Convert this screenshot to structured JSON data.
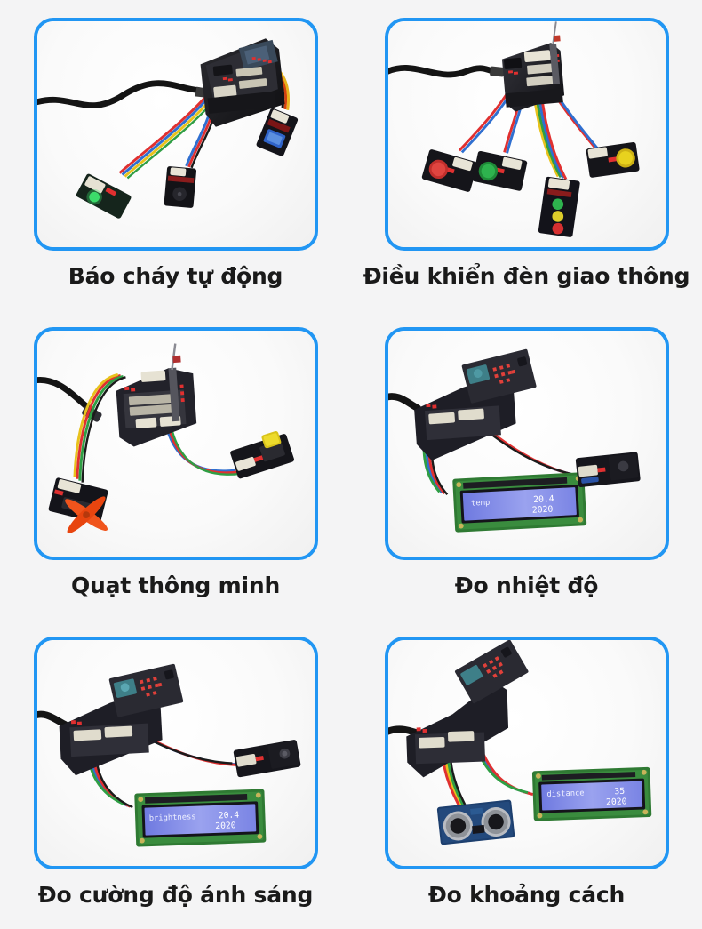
{
  "page": {
    "background_color": "#f4f4f5",
    "card_border_color": "#2196f3",
    "caption_color": "#1a1a1a",
    "columns": 2,
    "rows": 3
  },
  "cards": [
    {
      "id": "fire-alarm",
      "caption": "Báo cháy tự động",
      "scene": "fire-alarm-kit",
      "modules": [
        "micro:bit expansion board",
        "green LED module",
        "buzzer module",
        "flame sensor module"
      ],
      "wire_colors": [
        "#111111",
        "#e03030",
        "#2f6fd0",
        "#f0c419",
        "#2f9e44"
      ]
    },
    {
      "id": "traffic-light",
      "caption": "Điều khiển đèn giao thông",
      "scene": "traffic-light-kit",
      "modules": [
        "micro:bit expansion board",
        "red button module",
        "green button module",
        "yellow button module",
        "traffic light LED module"
      ],
      "led_colors": [
        "#d32f2f",
        "#2e9e3e",
        "#e8c21e"
      ],
      "wire_colors": [
        "#111111",
        "#e03030",
        "#2f6fd0",
        "#f0c419",
        "#2f9e44"
      ]
    },
    {
      "id": "smart-fan",
      "caption": "Quạt thông minh",
      "scene": "smart-fan-kit",
      "modules": [
        "micro:bit expansion board",
        "DC motor fan module",
        "yellow button module"
      ],
      "fan_color": "#f04a16",
      "button_color": "#e8d21e"
    },
    {
      "id": "temperature",
      "caption": "Đo nhiệt độ",
      "scene": "temperature-kit",
      "modules": [
        "micro:bit expansion board",
        "I2C LCD1602 display",
        "temperature sensor module"
      ],
      "lcd": {
        "line1_label": "temp",
        "line1_value": "20.4",
        "line2": "2020",
        "backlight_color": "#7b86e8"
      }
    },
    {
      "id": "brightness",
      "caption": "Đo cường độ ánh sáng",
      "scene": "brightness-kit",
      "modules": [
        "micro:bit expansion board",
        "I2C LCD1602 display",
        "light sensor module"
      ],
      "lcd": {
        "line1_label": "brightness",
        "line1_value": "20.4",
        "line2": "2020",
        "backlight_color": "#7b86e8"
      }
    },
    {
      "id": "distance",
      "caption": "Đo khoảng cách",
      "scene": "distance-kit",
      "modules": [
        "micro:bit expansion board",
        "I2C LCD1602 display",
        "HC-SR04 ultrasonic sensor"
      ],
      "lcd": {
        "line1_label": "distance",
        "line1_value": "35",
        "line2": "2020",
        "backlight_color": "#7b86e8"
      }
    }
  ]
}
